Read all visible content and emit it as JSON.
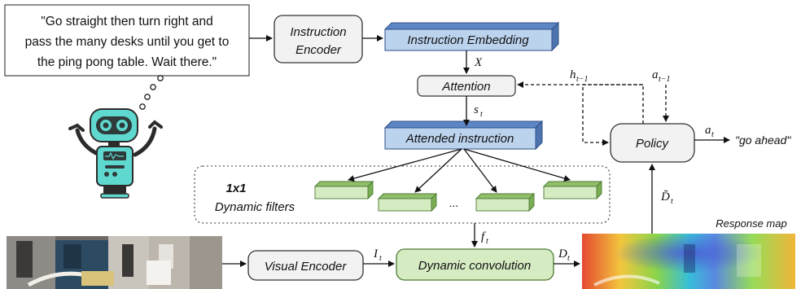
{
  "quote": {
    "line1": "\"Go straight then turn right and",
    "line2": "pass the many desks until you get to",
    "line3": "the ping pong table. Wait there.\""
  },
  "boxes": {
    "instruction_encoder_line1": "Instruction",
    "instruction_encoder_line2": "Encoder",
    "instruction_embedding": "Instruction Embedding",
    "attention": "Attention",
    "attended_instruction": "Attended instruction",
    "policy": "Policy",
    "visual_encoder": "Visual Encoder",
    "dynamic_convolution": "Dynamic convolution"
  },
  "filters": {
    "label_line1": "1x1",
    "label_line2": "Dynamic filters",
    "ellipsis": "..."
  },
  "labels": {
    "x": "X",
    "s": "s",
    "s_sub": "t",
    "h": "h",
    "h_sub": "t−1",
    "a_prev": "a",
    "a_prev_sub": "t−1",
    "a": "a",
    "a_sub": "t",
    "f": "f",
    "f_sub": "t",
    "i": "I",
    "i_sub": "t",
    "d": "D",
    "d_sub": "t",
    "dtilde": "D̃",
    "dtilde_sub": "t",
    "go_ahead": "\"go ahead\"",
    "response_map": "Response map"
  },
  "colors": {
    "blue_box": "#bcd3ee",
    "green_box": "#d5ebc2",
    "gray_box": "#f2f2f2",
    "robot_body": "#5fd9cf"
  }
}
